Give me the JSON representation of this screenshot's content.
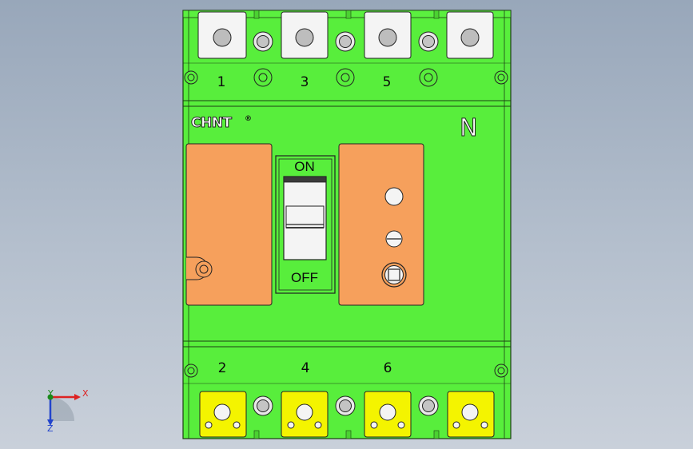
{
  "model": {
    "brand": "CHNT",
    "brand_mark": "®",
    "neutral_pole_label": "N",
    "top_terminal_labels": [
      "1",
      "3",
      "5"
    ],
    "bottom_terminal_labels": [
      "2",
      "4",
      "6"
    ],
    "switch_on_label": "ON",
    "switch_off_label": "OFF"
  },
  "axis_triad": {
    "x": "X",
    "y": "Y",
    "z": "Z"
  },
  "colors": {
    "body": "#58ee3c",
    "panel": "#f6a05c",
    "top_terminal": "#f4f4f4",
    "bottom_terminal": "#f4f400",
    "background": "#aab6c5"
  }
}
